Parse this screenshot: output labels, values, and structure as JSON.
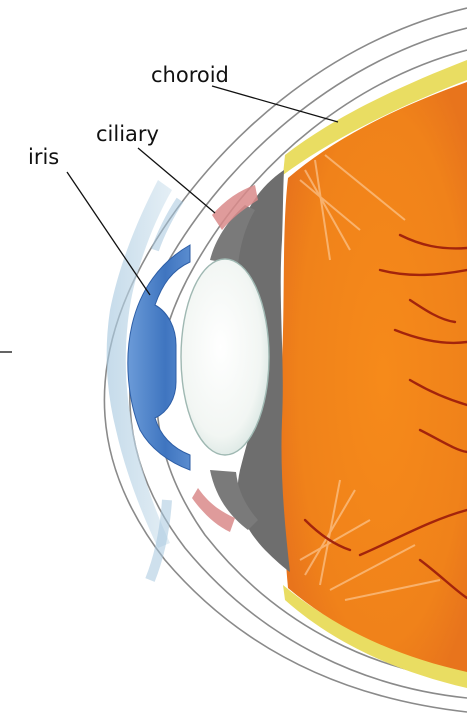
{
  "labels": {
    "iris": "iris",
    "ciliary": "ciliary",
    "choroid": "choroid"
  },
  "colors": {
    "background": "#ffffff",
    "sclera_outline": "#8a8a8a",
    "choroid_band": "#e9dd62",
    "retina_fundus": "#f0861a",
    "blood_vessel": "#a3240c",
    "iris": "#4f86cc",
    "lens": "#eef3f0",
    "ciliary_muscle": "#d98a8a",
    "pigment_layer": "#6e6e6e",
    "cornea_tint": "#b7d3e6"
  }
}
